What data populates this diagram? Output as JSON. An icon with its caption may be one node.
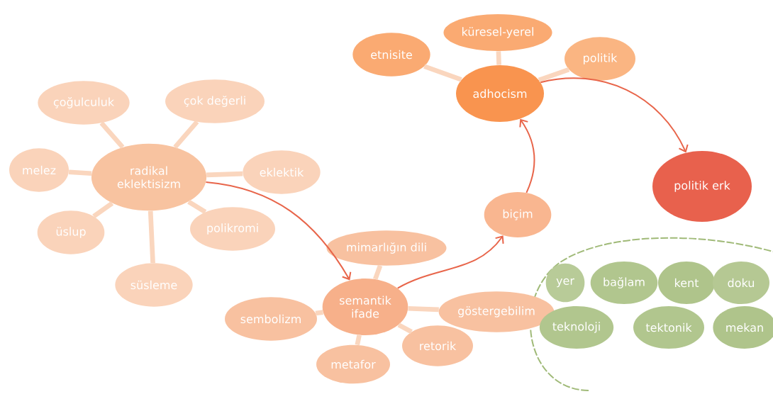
{
  "diagram": {
    "nodes": [
      {
        "text": [
          "radikal eklektisizm"
        ]
      },
      {
        "text": [
          "çoğulculuk"
        ]
      },
      {
        "text": [
          "çok değerli"
        ]
      },
      {
        "text": [
          "melez"
        ]
      },
      {
        "text": [
          "eklektik"
        ]
      },
      {
        "text": [
          "üslup"
        ]
      },
      {
        "text": [
          "polikromi"
        ]
      },
      {
        "text": [
          "süsleme"
        ]
      },
      {
        "text": [
          "semantik ifade"
        ]
      },
      {
        "text": [
          "mimarlığın dili"
        ]
      },
      {
        "text": [
          "sembolizm"
        ]
      },
      {
        "text": [
          "göstergebilim"
        ]
      },
      {
        "text": [
          "retorik"
        ]
      },
      {
        "text": [
          "metafor"
        ]
      },
      {
        "text": [
          "biçim"
        ]
      },
      {
        "text": [
          "adhocism"
        ]
      },
      {
        "text": [
          "etnisite"
        ]
      },
      {
        "text": [
          "küresel-yerel"
        ]
      },
      {
        "text": [
          "politik"
        ]
      },
      {
        "text": [
          "politik erk"
        ]
      },
      {
        "text": [
          "yer"
        ]
      },
      {
        "text": [
          "bağlam"
        ]
      },
      {
        "text": [
          "kent"
        ]
      },
      {
        "text": [
          "doku"
        ]
      },
      {
        "text": [
          "teknoloji"
        ]
      },
      {
        "text": [
          "tektonik"
        ]
      },
      {
        "text": [
          "mekan"
        ]
      }
    ],
    "edges": [
      {
        "from": 0,
        "to": 1,
        "arrow": "none"
      },
      {
        "from": 0,
        "to": 2,
        "arrow": "none"
      },
      {
        "from": 0,
        "to": 3,
        "arrow": "none"
      },
      {
        "from": 0,
        "to": 4,
        "arrow": "none"
      },
      {
        "from": 0,
        "to": 5,
        "arrow": "none"
      },
      {
        "from": 0,
        "to": 6,
        "arrow": "none"
      },
      {
        "from": 0,
        "to": 7,
        "arrow": "none"
      },
      {
        "from": 8,
        "to": 9,
        "arrow": "none"
      },
      {
        "from": 8,
        "to": 10,
        "arrow": "none"
      },
      {
        "from": 8,
        "to": 11,
        "arrow": "none"
      },
      {
        "from": 8,
        "to": 12,
        "arrow": "none"
      },
      {
        "from": 8,
        "to": 13,
        "arrow": "none"
      },
      {
        "from": 15,
        "to": 16,
        "arrow": "none"
      },
      {
        "from": 15,
        "to": 17,
        "arrow": "none"
      },
      {
        "from": 15,
        "to": 18,
        "arrow": "none"
      },
      {
        "from": 0,
        "to": 8,
        "arrow": "to",
        "color": "#e8654a"
      },
      {
        "from": 8,
        "to": 14,
        "arrow": "to",
        "color": "#e8654a"
      },
      {
        "from": 14,
        "to": 15,
        "arrow": "to",
        "color": "#e8654a"
      },
      {
        "from": 15,
        "to": 19,
        "arrow": "to",
        "color": "#e8654a"
      }
    ]
  }
}
